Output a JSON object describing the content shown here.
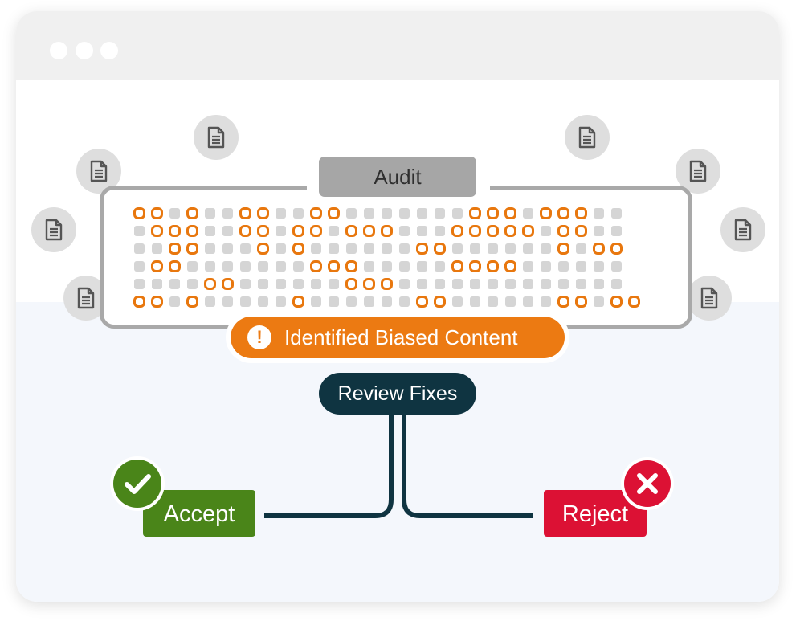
{
  "audit": {
    "label": "Audit"
  },
  "alert": {
    "icon": "exclamation-icon",
    "glyph": "!",
    "label": "Identified Biased Content"
  },
  "review": {
    "label": "Review Fixes"
  },
  "accept": {
    "label": "Accept",
    "icon": "check-icon"
  },
  "reject": {
    "label": "Reject",
    "icon": "x-icon"
  },
  "colors": {
    "highlight": "#e8770e",
    "alert": "#ec7a12",
    "review": "#0f3441",
    "accept": "#4a8519",
    "reject": "#dc1134"
  },
  "documents": {
    "icon": "document-icon",
    "count": 8
  },
  "grid": {
    "rows": [
      "HHCHCCHHCCHHCCCCCCCHHHCHHHCC",
      "CHHHCCHHCHHCHHHCCCHHHHHCHHCC",
      "CCHHCCCHCHCCCCCCHHCCCCCCHCHH",
      "CHHCCCCCCCHHHCCCCCHHHHCCCCCC",
      "CCCCHHCCCCCCHHHCCCCCCCCCCCCC",
      "HHCHCCCCCHCCCCCCHHCCCCCCHHCHH"
    ]
  }
}
